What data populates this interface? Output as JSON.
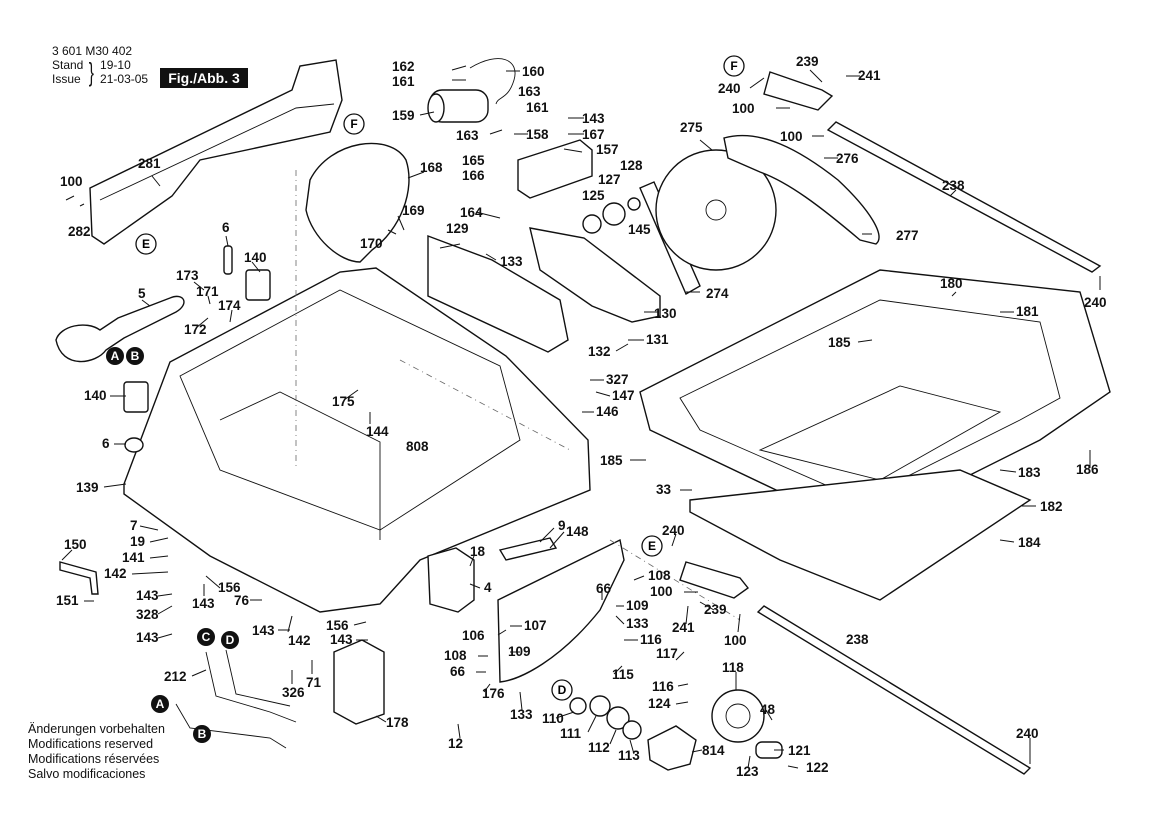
{
  "header": {
    "doc_number": "3 601 M30 402",
    "stand_label": "Stand",
    "issue_label": "Issue",
    "stand_value": "19-10",
    "issue_value": "21-03-05",
    "figure_label": "Fig./Abb. 3"
  },
  "notes": [
    "Änderungen vorbehalten",
    "Modifications reserved",
    "Modifications réservées",
    "Salvo modificaciones"
  ],
  "markers": [
    "A",
    "B",
    "C",
    "D",
    "E",
    "F"
  ],
  "part_numbers": {
    "p162": "162",
    "p161a": "161",
    "p160": "160",
    "p163a": "163",
    "p161b": "161",
    "p159": "159",
    "p163b": "163",
    "p158": "158",
    "p143a": "143",
    "p167": "167",
    "p157": "157",
    "p165": "165",
    "p166": "166",
    "p164": "164",
    "p128": "128",
    "p127": "127",
    "p125": "125",
    "p145": "145",
    "p168": "168",
    "p169": "169",
    "p170": "170",
    "p129": "129",
    "p133a": "133",
    "p130": "130",
    "p274": "274",
    "p275": "275",
    "p277": "277",
    "p239a": "239",
    "p241a": "241",
    "p240a": "240",
    "p100a": "100",
    "p100b": "100",
    "p276": "276",
    "p238a": "238",
    "p240b": "240",
    "p180": "180",
    "p181": "181",
    "p185a": "185",
    "p132": "132",
    "p131": "131",
    "p327": "327",
    "p147": "147",
    "p146": "146",
    "p185b": "185",
    "p186": "186",
    "p183": "183",
    "p33": "33",
    "p182": "182",
    "p184": "184",
    "p281": "281",
    "p100c": "100",
    "p282": "282",
    "p6a": "6",
    "p140a": "140",
    "p173": "173",
    "p171": "171",
    "p174": "174",
    "p172": "172",
    "p5": "5",
    "p140b": "140",
    "p6b": "6",
    "p175": "175",
    "p144": "144",
    "p808": "808",
    "p139": "139",
    "p7": "7",
    "p19": "19",
    "p141": "141",
    "p150": "150",
    "p142a": "142",
    "p156a": "156",
    "p151": "151",
    "p143b": "143",
    "p76": "76",
    "p143c": "143",
    "p328": "328",
    "p143d": "143",
    "p142b": "142",
    "p156b": "156",
    "p143e": "143",
    "p143f": "143",
    "p212": "212",
    "p326": "326",
    "p71": "71",
    "p178": "178",
    "p9": "9",
    "p148": "148",
    "p18": "18",
    "p4": "4",
    "p66a": "66",
    "p240c": "240",
    "p108a": "108",
    "p100d": "100",
    "p109a": "109",
    "p239b": "239",
    "p133b": "133",
    "p241b": "241",
    "p100e": "100",
    "p107": "107",
    "p106": "106",
    "p116a": "116",
    "p117": "117",
    "p108b": "108",
    "p109b": "109",
    "p66b": "66",
    "p115": "115",
    "p176": "176",
    "p133c": "133",
    "p116b": "116",
    "p124": "124",
    "p118": "118",
    "p238b": "238",
    "p48": "48",
    "p110": "110",
    "p111": "111",
    "p112": "112",
    "p113": "113",
    "p814": "814",
    "p121": "121",
    "p123": "123",
    "p122": "122",
    "p240d": "240",
    "p12": "12"
  }
}
